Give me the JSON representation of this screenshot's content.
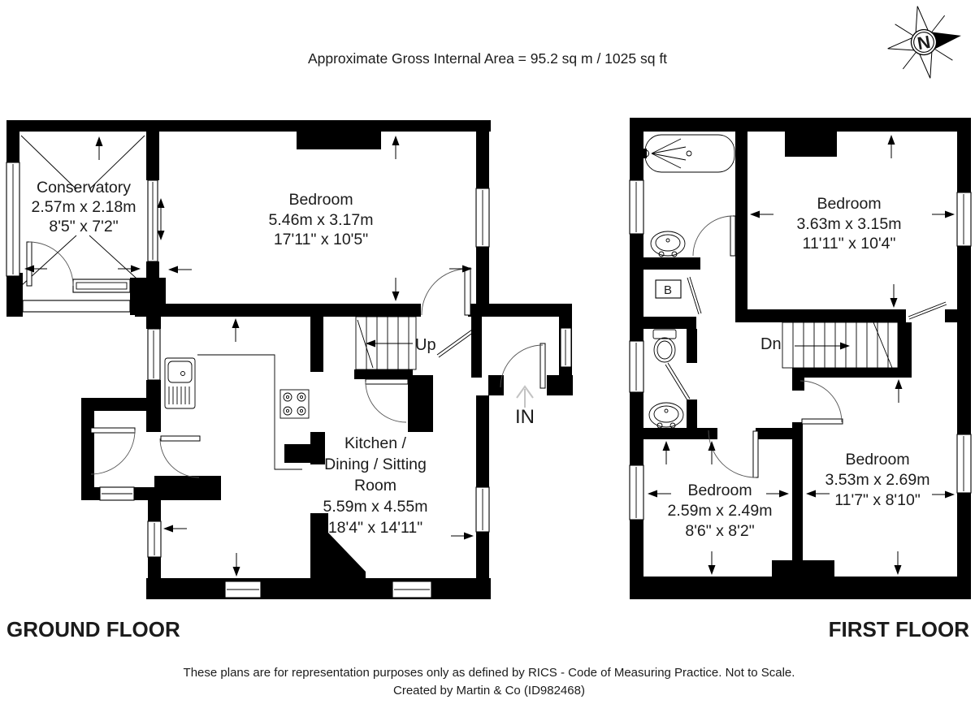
{
  "header": {
    "title": "Approximate Gross Internal Area = 95.2 sq m / 1025 sq ft"
  },
  "compass": {
    "north_label": "N"
  },
  "ground_floor": {
    "floor_label": "GROUND FLOOR",
    "conservatory": {
      "name": "Conservatory",
      "metric": "2.57m x 2.18m",
      "imperial": "8'5\" x 7'2\""
    },
    "bedroom": {
      "name": "Bedroom",
      "metric": "5.46m x 3.17m",
      "imperial": "17'11\" x 10'5\""
    },
    "kitchen": {
      "name_line1": "Kitchen /",
      "name_line2": "Dining / Sitting",
      "name_line3": "Room",
      "metric": "5.59m x 4.55m",
      "imperial": "18'4\" x 14'11\""
    },
    "stairs_label": "Up",
    "entrance_label": "IN"
  },
  "first_floor": {
    "floor_label": "FIRST FLOOR",
    "bedroom_top": {
      "name": "Bedroom",
      "metric": "3.63m x 3.15m",
      "imperial": "11'11\" x 10'4\""
    },
    "bedroom_left": {
      "name": "Bedroom",
      "metric": "2.59m x 2.49m",
      "imperial": "8'6\" x 8'2\""
    },
    "bedroom_right": {
      "name": "Bedroom",
      "metric": "3.53m x 2.69m",
      "imperial": "11'7\" x 8'10\""
    },
    "stairs_label": "Dn",
    "boiler_label": "B"
  },
  "footer": {
    "disclaimer": "These plans are for representation purposes only as defined by RICS - Code of Measuring Practice. Not to Scale.",
    "credit": "Created by Martin & Co (ID982468)"
  }
}
